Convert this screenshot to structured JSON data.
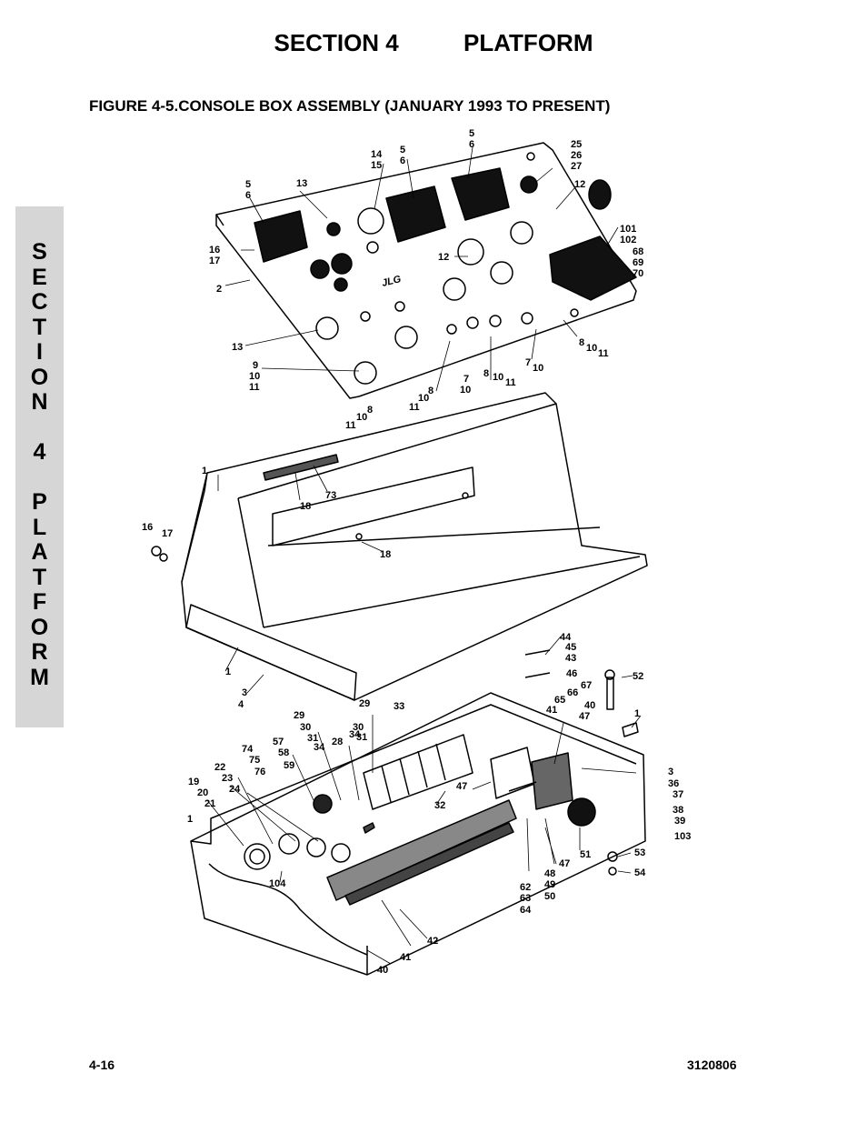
{
  "header": {
    "section": "SECTION 4",
    "title": "PLATFORM"
  },
  "figure": {
    "title": "FIGURE 4-5.CONSOLE BOX ASSEMBLY (JANUARY 1993 TO PRESENT)"
  },
  "side_tab": {
    "letters": [
      "S",
      "E",
      "C",
      "T",
      "I",
      "O",
      "N",
      "",
      "4",
      "",
      "P",
      "L",
      "A",
      "T",
      "F",
      "O",
      "R",
      "M"
    ]
  },
  "drawing": {
    "logo": "JLG",
    "callouts": [
      "5",
      "6",
      "14",
      "15",
      "5",
      "6",
      "25",
      "26",
      "27",
      "5",
      "6",
      "13",
      "12",
      "101",
      "102",
      "68",
      "69",
      "70",
      "16",
      "17",
      "12",
      "2",
      "13",
      "9",
      "10",
      "11",
      "8",
      "10",
      "11",
      "7",
      "10",
      "7",
      "10",
      "8",
      "10",
      "11",
      "11",
      "10",
      "8",
      "11",
      "10",
      "8",
      "1",
      "73",
      "18",
      "16",
      "17",
      "18",
      "1",
      "3",
      "4",
      "44",
      "45",
      "43",
      "46",
      "52",
      "67",
      "66",
      "65",
      "41",
      "40",
      "47",
      "1",
      "29",
      "30",
      "31",
      "34",
      "29",
      "30",
      "31",
      "34",
      "33",
      "57",
      "58",
      "59",
      "74",
      "75",
      "76",
      "28",
      "22",
      "23",
      "24",
      "19",
      "20",
      "21",
      "1",
      "47",
      "32",
      "3",
      "36",
      "37",
      "38",
      "39",
      "103",
      "104",
      "51",
      "53",
      "54",
      "47",
      "48",
      "49",
      "50",
      "62",
      "63",
      "64",
      "42",
      "41",
      "40"
    ]
  },
  "footer": {
    "page_number": "4-16",
    "doc_number": "3120806"
  }
}
